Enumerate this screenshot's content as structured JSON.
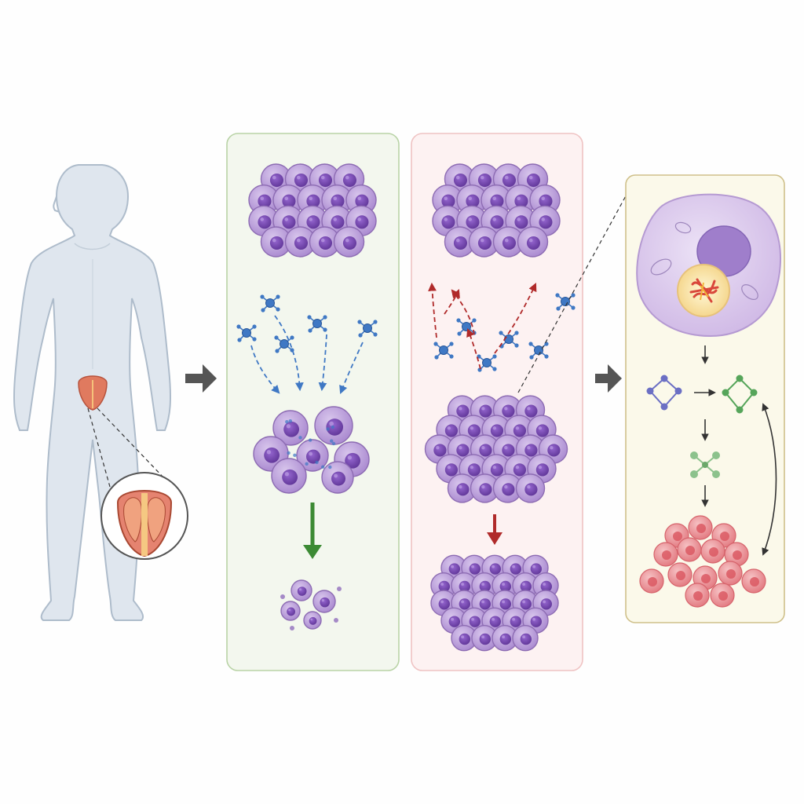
{
  "colors": {
    "background": "#fefefe",
    "body_fill": "#dfe6ee",
    "body_stroke": "#aebccb",
    "prostate": "#e07a5f",
    "panel_sensitive_bg": "#f3f7ee",
    "panel_sensitive_border": "#b9d3a6",
    "panel_resistant_bg": "#fdf2f2",
    "panel_resistant_border": "#efc3c3",
    "panel_mechanism_bg": "#fbf9ea",
    "panel_mechanism_border": "#cfc08a",
    "cell_fill": "#b596d4",
    "cell_stroke": "#8d6cb3",
    "nucleus": "#7647b0",
    "drug_molecule": "#3f78c4",
    "arrow_blue": "#3f78c4",
    "arrow_green": "#3c8a34",
    "arrow_red": "#b02a2a",
    "flow_arrow": "#555555",
    "network_purple": "#6b6fc4",
    "network_green": "#56a55a",
    "red_cell": "#e8858b",
    "dna_red": "#d9473b",
    "dna_yellow": "#f2b53a"
  },
  "icons": [
    "human-body-icon",
    "prostate-icon",
    "drug-molecule-icon",
    "cell-cluster-icon",
    "cell-icon",
    "dna-damage-icon",
    "signaling-network-icon"
  ],
  "panels": [
    {
      "id": "sensitive",
      "description_icon": "cell-cluster-icon"
    },
    {
      "id": "resistant",
      "description_icon": "cell-cluster-icon"
    },
    {
      "id": "mechanism",
      "description_icon": "cell-icon"
    }
  ]
}
